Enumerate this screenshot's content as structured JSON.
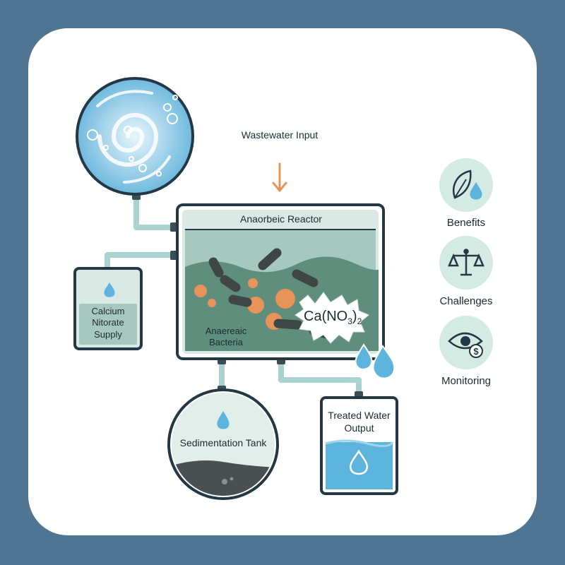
{
  "labels": {
    "wastewater_input": "Wastewater Input",
    "reactor_title": "Anaorbeic Reactor",
    "bacteria_label": "Anaereaic Bacteria",
    "chemical_formula": {
      "base": "Ca(NO",
      "sub1": "3",
      "close": ")",
      "sub2": "2"
    },
    "calcium_nitrate_supply": "Calcium Nitorate Supply",
    "sedimentation_tank": "Sedimentation Tank",
    "treated_water_output": "Treated Water Output"
  },
  "sidebar": {
    "items": [
      {
        "label": "Benefits",
        "icon": "leaf-drop-icon"
      },
      {
        "label": "Challenges",
        "icon": "balance-scale-icon"
      },
      {
        "label": "Monitoring",
        "icon": "eye-dollar-icon"
      }
    ]
  },
  "colors": {
    "background": "#4f7592",
    "card": "#ffffff",
    "pipe": "#a9d3cf",
    "reactor_water": "#5f8f7c",
    "reactor_top": "#a7c8be",
    "accent_orange": "#e8935a",
    "water_blue": "#5db4dc",
    "outline": "#243744"
  }
}
